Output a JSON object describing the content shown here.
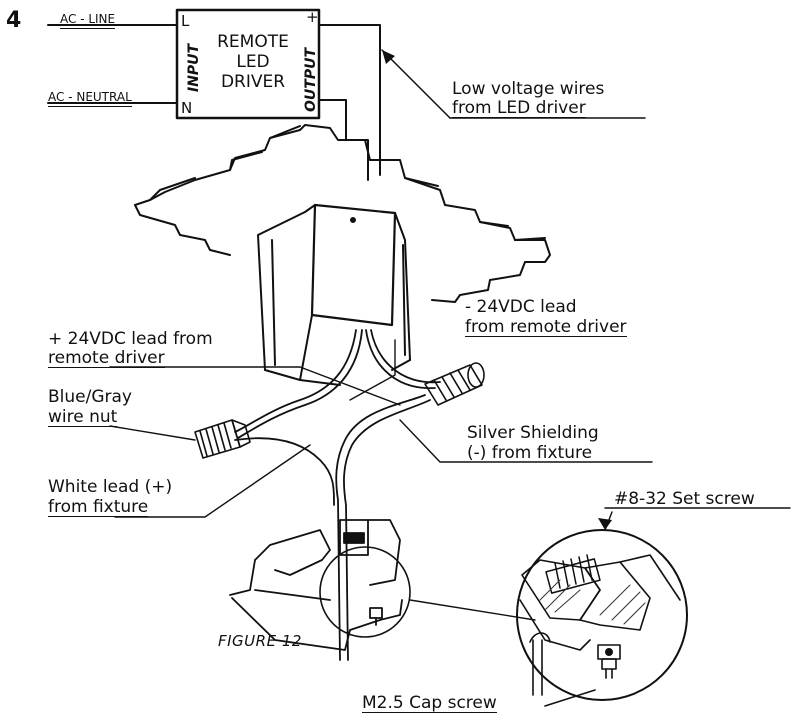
{
  "step_number": "4",
  "driver": {
    "line1": "REMOTE",
    "line2": "LED",
    "line3": "DRIVER",
    "input_label": "INPUT",
    "output_label": "OUTPUT",
    "terminal_l": "L",
    "terminal_n": "N",
    "terminal_plus": "+",
    "terminal_minus": "-"
  },
  "labels": {
    "ac_line": "AC - LINE",
    "ac_neutral": "AC - NEUTRAL",
    "low_voltage_1": "Low voltage wires",
    "low_voltage_2": "from LED driver",
    "neg_lead_1": "- 24VDC lead",
    "neg_lead_2": "from remote driver",
    "pos_lead_1": "+ 24VDC lead from",
    "pos_lead_2": "remote driver",
    "wire_nut_1": "Blue/Gray",
    "wire_nut_2": "wire nut",
    "shielding_1": "Silver Shielding",
    "shielding_2": "(-) from fixture",
    "white_lead_1": "White lead (+)",
    "white_lead_2": "from fixture",
    "set_screw": "#8-32 Set screw",
    "cap_screw": "M2.5 Cap screw"
  },
  "caption": "FIGURE 12"
}
